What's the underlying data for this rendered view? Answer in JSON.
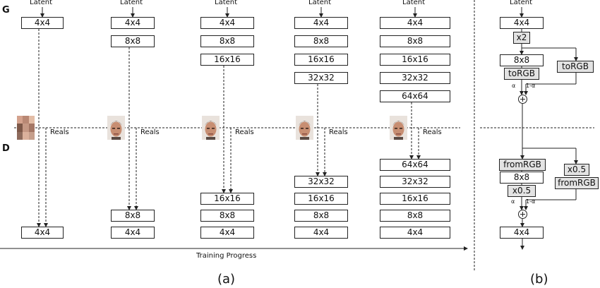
{
  "labels": {
    "latent": "Latent",
    "g": "G",
    "d": "D",
    "reals": "Reals",
    "training_progress": "Training Progress",
    "panel_a": "(a)",
    "panel_b": "(b)"
  },
  "panel_a": {
    "stages": [
      {
        "generator": [
          "4x4"
        ],
        "discriminator": [
          "4x4"
        ],
        "reals_resolution": "4x4"
      },
      {
        "generator": [
          "4x4",
          "8x8"
        ],
        "discriminator": [
          "8x8",
          "4x4"
        ],
        "reals_resolution": "8x8"
      },
      {
        "generator": [
          "4x4",
          "8x8",
          "16x16"
        ],
        "discriminator": [
          "16x16",
          "8x8",
          "4x4"
        ],
        "reals_resolution": "16x16"
      },
      {
        "generator": [
          "4x4",
          "8x8",
          "16x16",
          "32x32"
        ],
        "discriminator": [
          "32x32",
          "16x16",
          "8x8",
          "4x4"
        ],
        "reals_resolution": "32x32"
      },
      {
        "generator": [
          "4x4",
          "8x8",
          "16x16",
          "32x32",
          "64x64"
        ],
        "discriminator": [
          "64x64",
          "32x32",
          "16x16",
          "8x8",
          "4x4"
        ],
        "reals_resolution": "64x64"
      }
    ]
  },
  "panel_b": {
    "gen": {
      "top": "4x4",
      "upsample": "x2",
      "upper": "8x8",
      "to_rgb_new": "toRGB",
      "to_rgb_old": "toRGB",
      "alpha": "α",
      "one_minus_alpha": "1-α"
    },
    "disc": {
      "from_rgb_new": "fromRGB",
      "block": "8x8",
      "downsample_new": "x0.5",
      "downsample_old": "x0.5",
      "from_rgb_old": "fromRGB",
      "alpha": "α",
      "one_minus_alpha": "1-α",
      "bottom": "4x4"
    }
  }
}
